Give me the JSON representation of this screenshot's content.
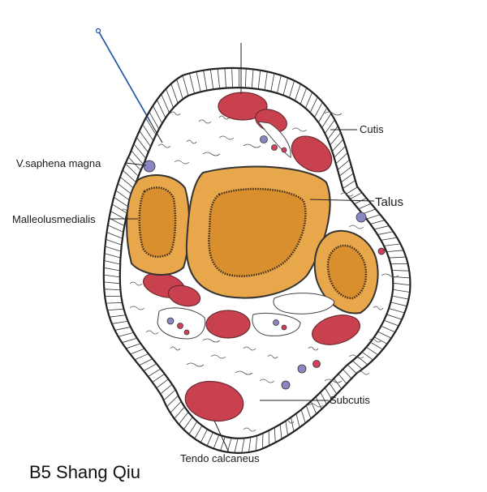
{
  "labels": {
    "cutis": "Cutis",
    "v_saphena": "V.saphena magna",
    "talus": "Talus",
    "malleolus": "Malleolusmedialis",
    "subcutis": "Subcutis",
    "tendo": "Tendo calcaneus"
  },
  "caption": "B5 Shang Qiu",
  "colors": {
    "bone": "#e8a74a",
    "muscle": "#c9404f",
    "vein": "#8a86c2",
    "needle": "#1c4fa0"
  }
}
